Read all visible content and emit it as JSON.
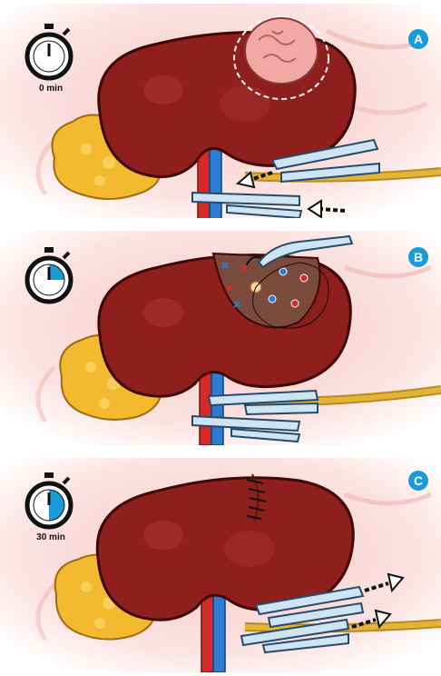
{
  "panels": [
    {
      "letter": "A",
      "timer_label": "0 min",
      "timer_fraction": 0
    },
    {
      "letter": "B",
      "timer_label": "",
      "timer_fraction": 0.25
    },
    {
      "letter": "C",
      "timer_label": "30 min",
      "timer_fraction": 0.5
    }
  ],
  "colors": {
    "kidney": "#8e1f1c",
    "kidney_dark": "#5c0e0c",
    "fat": "#f3b92f",
    "artery": "#d62a27",
    "vein": "#2e7bd0",
    "ureter": "#d9a62b",
    "clamp": "#cfe4f2",
    "tumor": "#f2a9a6",
    "accent": "#1a9ad6"
  },
  "icons": [
    "stopwatch-icon",
    "clamp-icon",
    "arrow-icon",
    "needle-icon"
  ]
}
